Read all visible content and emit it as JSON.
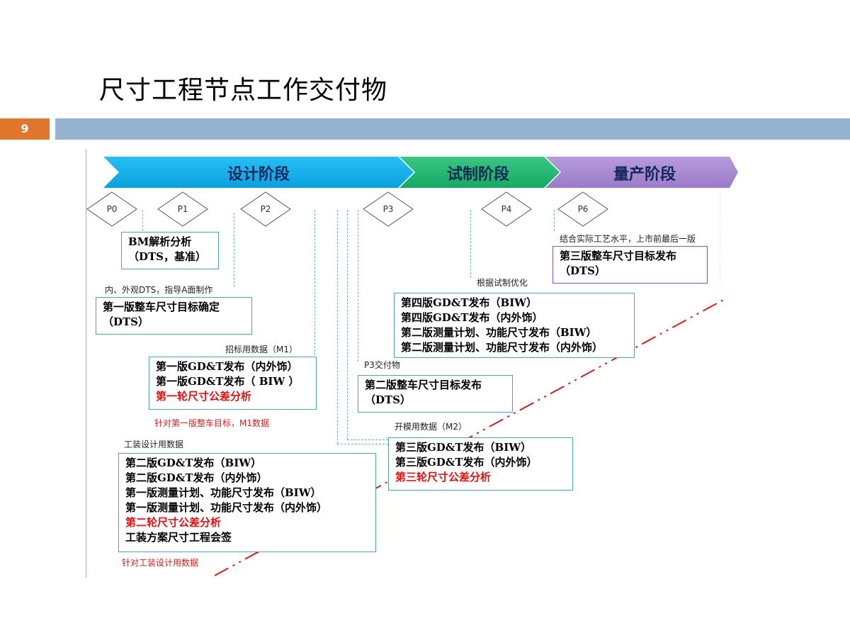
{
  "title": "尺寸工程节点工作交付物",
  "page_number": "9",
  "stages": [
    {
      "label": "设计阶段",
      "color": "#00b0f0"
    },
    {
      "label": "试制阶段",
      "color": "#22b573"
    },
    {
      "label": "量产阶段",
      "color": "#a98bd1"
    }
  ],
  "milestones": [
    "P0",
    "P1",
    "P2",
    "P3",
    "P4",
    "P6"
  ],
  "boxes": {
    "bm": {
      "lines": [
        "BM解析分析",
        "（DTS，基准）"
      ]
    },
    "v1_target": {
      "lines": [
        "第一版整车尺寸目标确定",
        "（DTS）"
      ]
    },
    "v1_gdt": {
      "lines": [
        "第一版GD&T发布（内外饰）",
        "第一版GD&T发布（ BIW ）"
      ],
      "red_line": "第一轮尺寸公差分析"
    },
    "v2_gdt": {
      "lines": [
        "第二版GD&T发布（BIW）",
        "第二版GD&T发布（内外饰）",
        "第一版测量计划、功能尺寸发布（BIW）",
        "第一版测量计划、功能尺寸发布（内外饰）"
      ],
      "red_line": "第二轮尺寸公差分析",
      "last_line": "工装方案尺寸工程会签"
    },
    "v2_target": {
      "lines": [
        "第二版整车尺寸目标发布",
        "（DTS）"
      ]
    },
    "v3_gdt": {
      "lines": [
        "第三版GD&T发布（BIW）",
        "第三版GD&T发布（内外饰）"
      ],
      "red_line": "第三轮尺寸公差分析"
    },
    "v4_gdt": {
      "lines": [
        "第四版GD&T发布（BIW）",
        "第四版GD&T发布（内外饰）",
        "第二版测量计划、功能尺寸发布（BIW）",
        "第二版测量计划、功能尺寸发布（内外饰）"
      ]
    },
    "v3_target": {
      "lines": [
        "第三版整车尺寸目标发布",
        "（DTS）"
      ]
    }
  },
  "notes": {
    "dts_ext": "内、外观DTS，指导A面制作",
    "bid_data": "招标用数据（M1）",
    "for_v1": "针对第一版整车目标，M1数据",
    "fixture_data": "工装设计用数据",
    "for_fixture": "针对工装设计用数据",
    "p3_deliver": "P3交付物",
    "mold_data": "开模用数据（M2）",
    "trial_opt": "根据试制优化",
    "final_ver": "结合实际工艺水平，上市前最后一版"
  }
}
